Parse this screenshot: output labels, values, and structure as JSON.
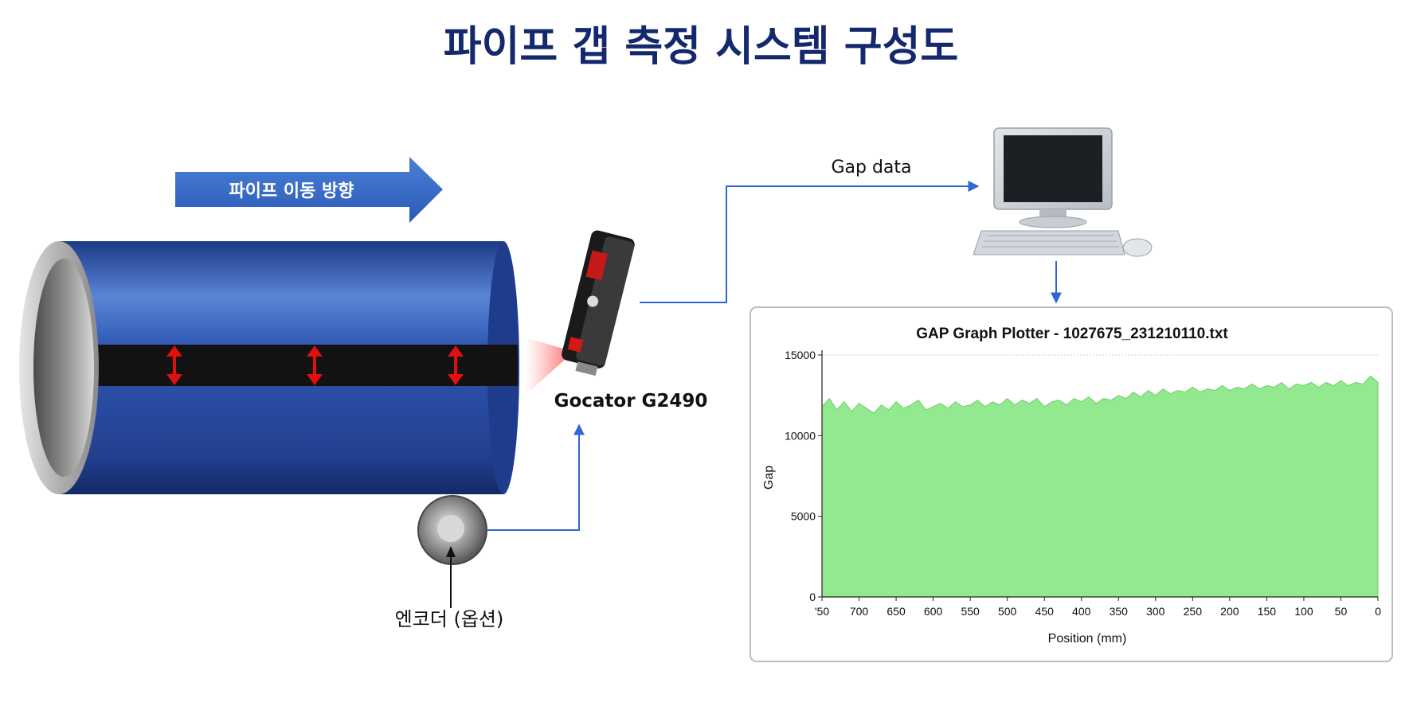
{
  "page": {
    "title": "파이프 갭 측정 시스템 구성도"
  },
  "direction_arrow": {
    "label": "파이프 이동 방향"
  },
  "sensor": {
    "label": "Gocator G2490"
  },
  "encoder": {
    "label": "엔코더 (옵션)"
  },
  "connection": {
    "gap_data_label": "Gap data"
  },
  "colors": {
    "title": "#14286e",
    "pipe_body": "#2a4fa8",
    "band": "#121212",
    "arrow_blue": "#2f66d6",
    "red_marker": "#e01010",
    "chart_fill": "#93e98f",
    "chart_line": "#6ccf66"
  },
  "icons": [
    "pipe-icon",
    "sensor-icon",
    "encoder-icon",
    "computer-icon",
    "keyboard-icon",
    "mouse-icon"
  ],
  "chart_data": {
    "type": "area",
    "title": "GAP Graph Plotter - 1027675_231210110.txt",
    "xlabel": "Position (mm)",
    "ylabel": "Gap",
    "x_reversed": true,
    "xlim": [
      0,
      750
    ],
    "ylim": [
      0,
      15000
    ],
    "x_ticks": [
      750,
      700,
      650,
      600,
      550,
      500,
      450,
      400,
      350,
      300,
      250,
      200,
      150,
      100,
      50,
      0
    ],
    "x_tick_labels": [
      "'50",
      "700",
      "650",
      "600",
      "550",
      "500",
      "450",
      "400",
      "350",
      "300",
      "250",
      "200",
      "150",
      "100",
      "50",
      "0"
    ],
    "y_ticks": [
      0,
      5000,
      10000,
      15000
    ],
    "y_tick_labels": [
      "0",
      "5000",
      "10000",
      "15000"
    ],
    "grid": "top line only",
    "legend": "none",
    "series": [
      {
        "x": [
          750,
          740,
          730,
          720,
          710,
          700,
          690,
          680,
          670,
          660,
          650,
          640,
          630,
          620,
          610,
          600,
          590,
          580,
          570,
          560,
          550,
          540,
          530,
          520,
          510,
          500,
          490,
          480,
          470,
          460,
          450,
          440,
          430,
          420,
          410,
          400,
          390,
          380,
          370,
          360,
          350,
          340,
          330,
          320,
          310,
          300,
          290,
          280,
          270,
          260,
          250,
          240,
          230,
          220,
          210,
          200,
          190,
          180,
          170,
          160,
          150,
          140,
          130,
          120,
          110,
          100,
          90,
          80,
          70,
          60,
          50,
          40,
          30,
          20,
          10,
          0
        ],
        "y": [
          11800,
          12300,
          11600,
          12100,
          11500,
          12000,
          11700,
          11400,
          11900,
          11600,
          12100,
          11700,
          11900,
          12200,
          11600,
          11800,
          12000,
          11700,
          12100,
          11800,
          11900,
          12200,
          11800,
          12100,
          11900,
          12300,
          11900,
          12200,
          12000,
          12300,
          11800,
          12100,
          12200,
          11900,
          12300,
          12100,
          12400,
          12000,
          12300,
          12200,
          12500,
          12300,
          12700,
          12400,
          12800,
          12500,
          12900,
          12600,
          12800,
          12700,
          13000,
          12700,
          12900,
          12800,
          13100,
          12800,
          13000,
          12900,
          13200,
          12900,
          13100,
          13000,
          13300,
          12900,
          13200,
          13100,
          13300,
          13000,
          13300,
          13100,
          13400,
          13100,
          13300,
          13200,
          13700,
          13300
        ]
      }
    ]
  }
}
